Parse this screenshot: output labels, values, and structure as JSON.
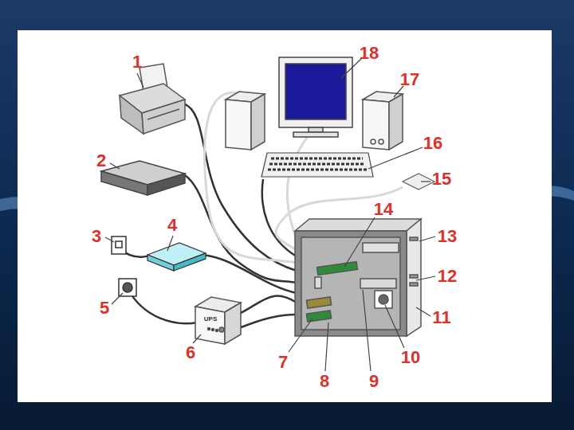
{
  "diagram": {
    "labels": [
      "1",
      "18",
      "17",
      "16",
      "2",
      "15",
      "14",
      "4",
      "3",
      "13",
      "12",
      "5",
      "11",
      "UPS",
      "6",
      "10",
      "7",
      "8",
      "9"
    ]
  }
}
